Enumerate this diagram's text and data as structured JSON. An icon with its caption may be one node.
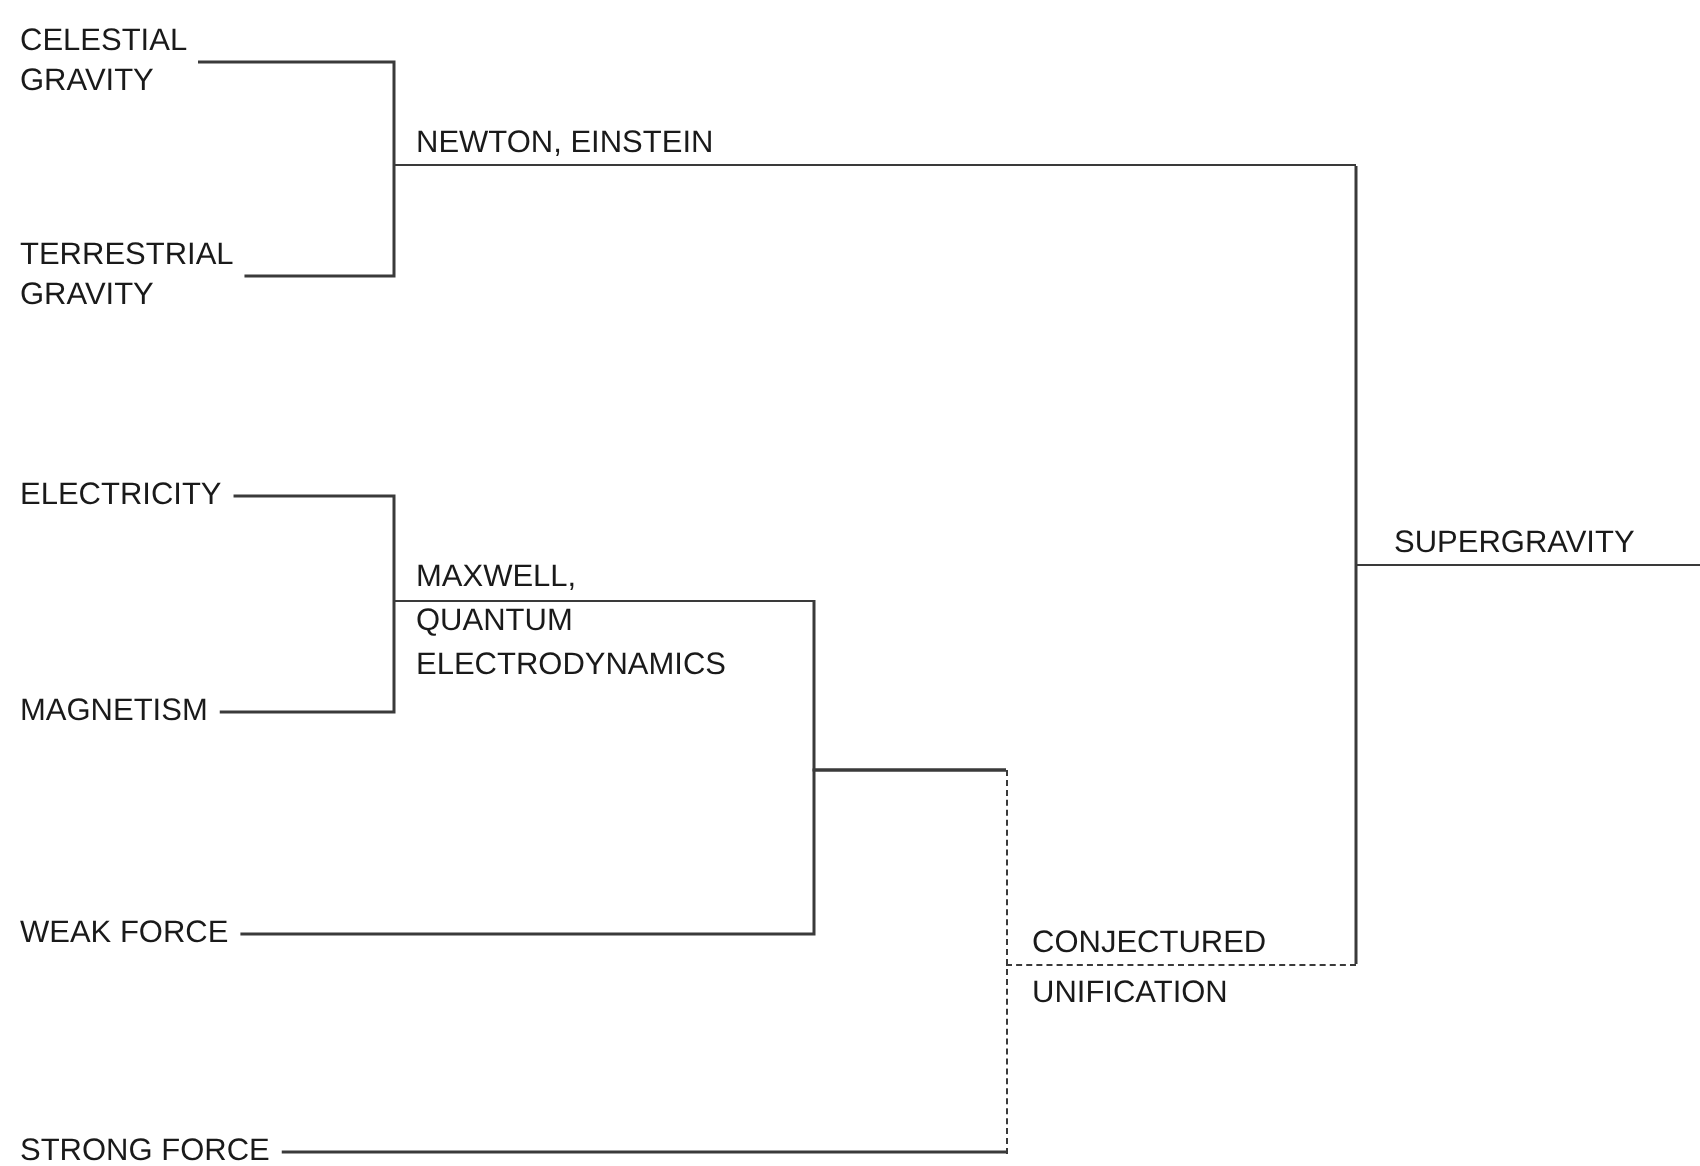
{
  "diagram": {
    "nodes": [
      {
        "text": [
          "CELESTIAL GRAVITY"
        ]
      },
      {
        "text": [
          "TERRESTRIAL GRAVITY"
        ]
      },
      {
        "text": [
          "NEWTON, EINSTEIN"
        ]
      },
      {
        "text": [
          "ELECTRICITY"
        ]
      },
      {
        "text": [
          "MAGNETISM"
        ]
      },
      {
        "text": [
          "MAXWELL, QUANTUM ELECTRODYNAMICS"
        ]
      },
      {
        "text": [
          "WEAK FORCE"
        ]
      },
      {
        "text": [
          "STRONG FORCE"
        ]
      },
      {
        "text": [
          "CONJECTURED UNIFICATION"
        ]
      },
      {
        "text": [
          "SUPERGRAVITY"
        ]
      }
    ],
    "edges": [
      {
        "from": 0,
        "to": 2,
        "arrow": "none"
      },
      {
        "from": 1,
        "to": 2,
        "arrow": "none"
      },
      {
        "from": 2,
        "to": 9,
        "arrow": "none"
      },
      {
        "from": 3,
        "to": 5,
        "arrow": "none"
      },
      {
        "from": 4,
        "to": 5,
        "arrow": "none"
      },
      {
        "from": 5,
        "to": 8,
        "arrow": "none"
      },
      {
        "from": 6,
        "to": 8,
        "arrow": "none"
      },
      {
        "from": 7,
        "to": 8,
        "arrow": "none"
      },
      {
        "from": 8,
        "to": 9,
        "arrow": "none"
      }
    ]
  }
}
